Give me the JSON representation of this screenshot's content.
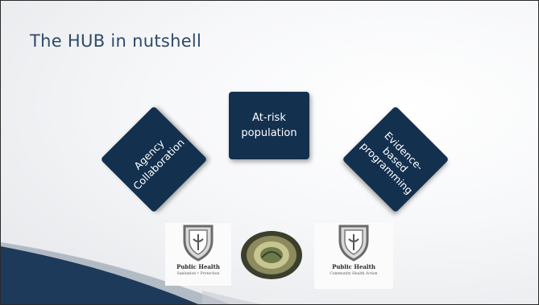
{
  "slide": {
    "title": "The HUB in nutshell"
  },
  "boxes": {
    "left": "Agency\nCollaboration",
    "center": "At-risk\npopulation",
    "right": "Evidence-\nbased\nprogramming"
  },
  "logos": {
    "left": {
      "main": "Public Health",
      "sub": "Sanitation • Protection"
    },
    "right": {
      "main": "Public Health",
      "sub": "Community Health Action"
    }
  },
  "colors": {
    "box_fill": "#13304f",
    "title": "#2e4a66",
    "swoosh": "#1e3a5a"
  }
}
